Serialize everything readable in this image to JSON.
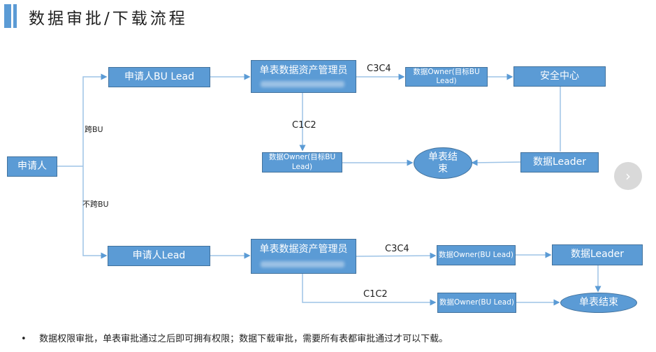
{
  "title": "数据审批/下载流程",
  "nodes": {
    "applicant": "申请人",
    "bu_lead": "申请人BU Lead",
    "asset_admin_top": "单表数据资产管理员",
    "owner_target_top": "数据Owner(目标BU Lead)",
    "security_center": "安全中心",
    "owner_target_mid": "数据Owner(目标BU Lead)",
    "end_top": "单表结束",
    "data_leader_top": "数据Leader",
    "applicant_lead": "申请人Lead",
    "asset_admin_bottom": "单表数据资产管理员",
    "owner_bu_c3c4": "数据Owner(BU Lead)",
    "data_leader_bottom": "数据Leader",
    "owner_bu_c1c2": "数据Owner(BU Lead)",
    "end_bottom": "单表结束"
  },
  "edge_labels": {
    "cross_bu": "跨BU",
    "non_cross_bu": "不跨BU",
    "top_c3c4": "C3C4",
    "top_c1c2": "C1C2",
    "bottom_c3c4": "C3C4",
    "bottom_c1c2": "C1C2"
  },
  "note": {
    "bullet": "•",
    "text": "数据权限审批，单表审批通过之后即可拥有权限；数据下载审批，需要所有表都审批通过才可以下载。"
  },
  "nav": {
    "next_icon": "›"
  },
  "colors": {
    "accent": "#5b9bd5",
    "border": "#41719c",
    "connector": "#9dc3e6"
  }
}
